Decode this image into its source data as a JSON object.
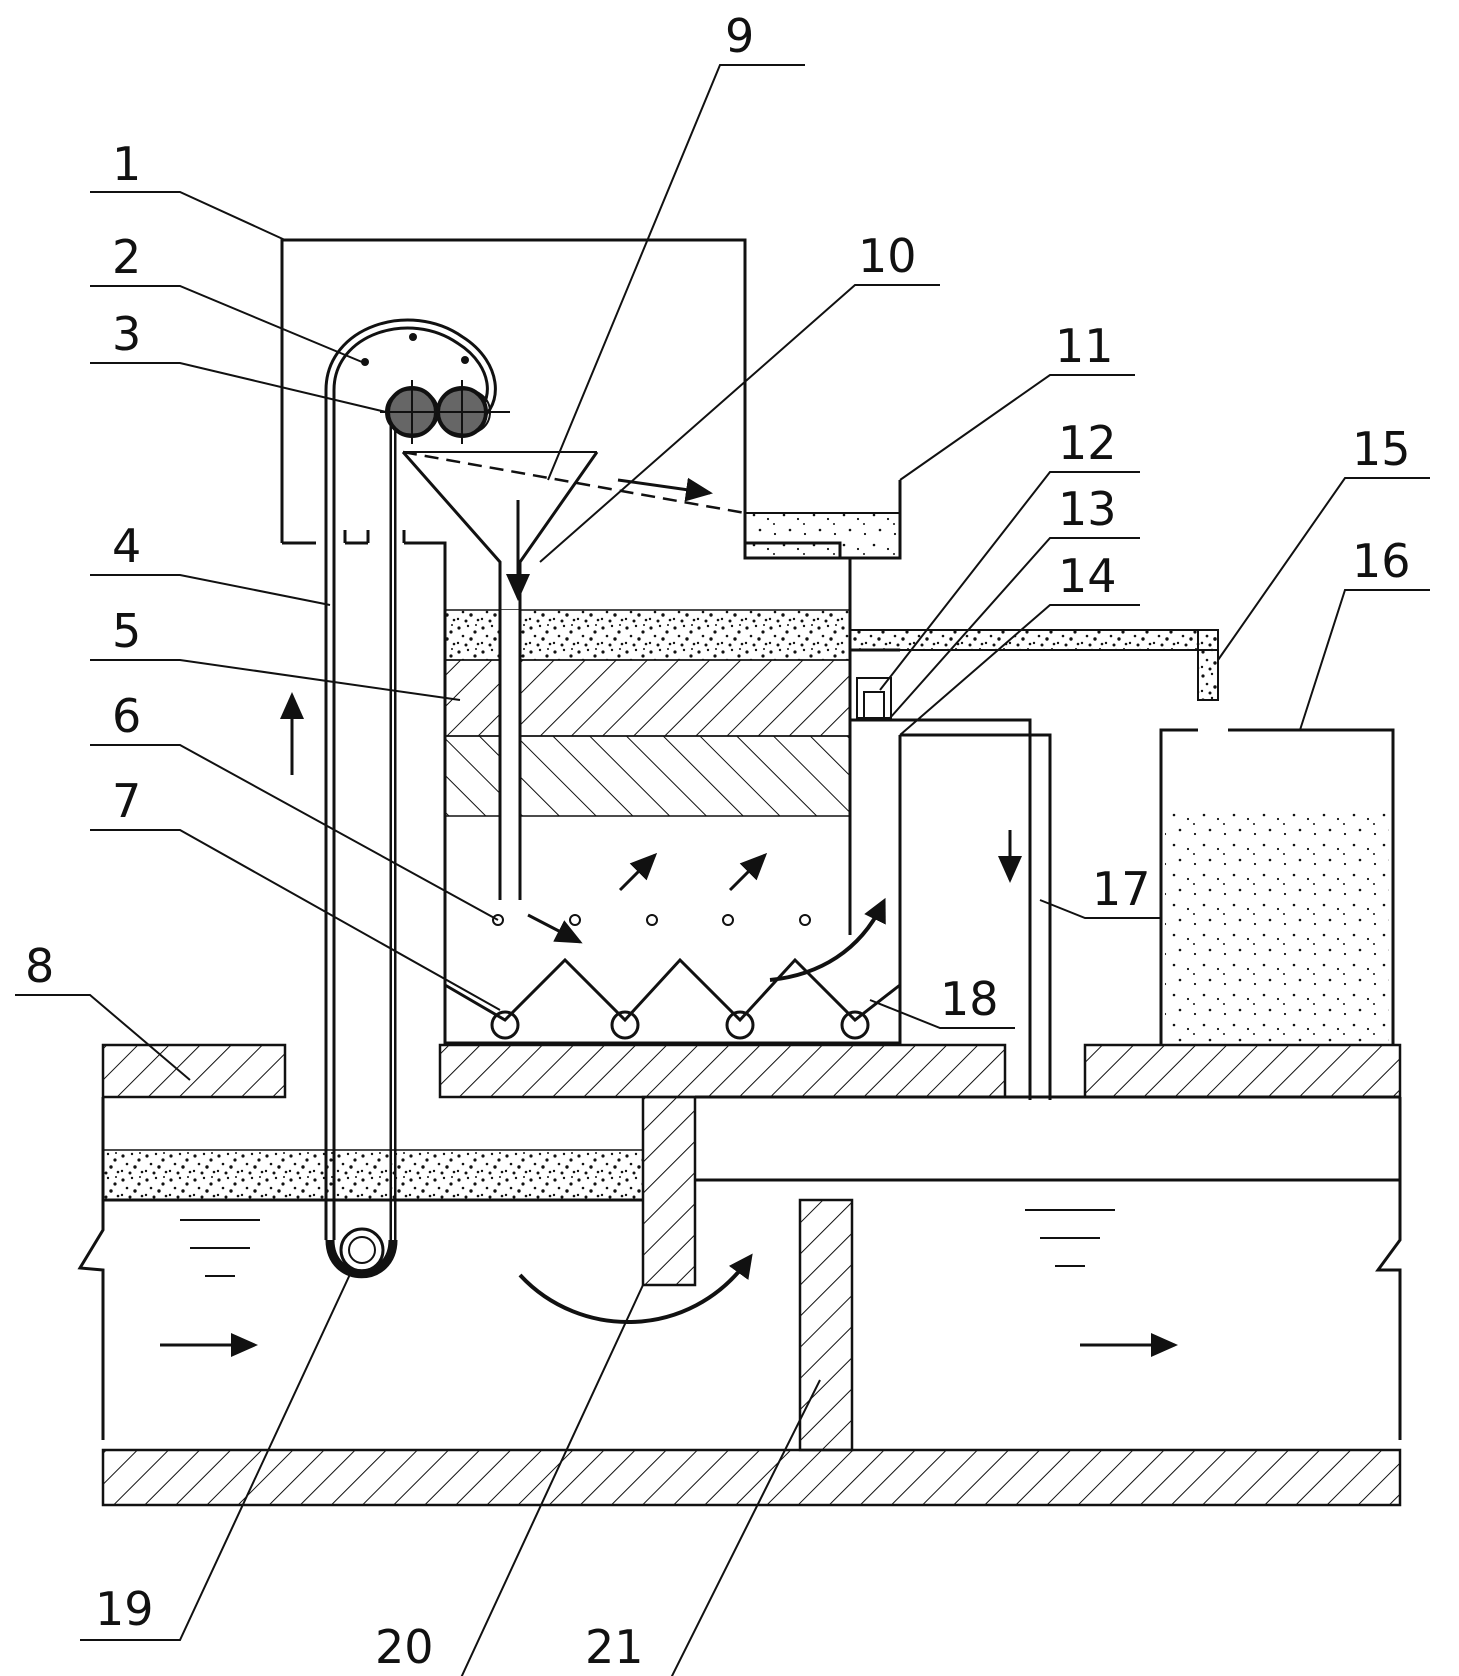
{
  "labels": [
    {
      "id": "1",
      "text": "1"
    },
    {
      "id": "2",
      "text": "2"
    },
    {
      "id": "3",
      "text": "3"
    },
    {
      "id": "4",
      "text": "4"
    },
    {
      "id": "5",
      "text": "5"
    },
    {
      "id": "6",
      "text": "6"
    },
    {
      "id": "7",
      "text": "7"
    },
    {
      "id": "8",
      "text": "8"
    },
    {
      "id": "9",
      "text": "9"
    },
    {
      "id": "10",
      "text": "10"
    },
    {
      "id": "11",
      "text": "11"
    },
    {
      "id": "12",
      "text": "12"
    },
    {
      "id": "13",
      "text": "13"
    },
    {
      "id": "14",
      "text": "14"
    },
    {
      "id": "15",
      "text": "15"
    },
    {
      "id": "16",
      "text": "16"
    },
    {
      "id": "17",
      "text": "17"
    },
    {
      "id": "18",
      "text": "18"
    },
    {
      "id": "19",
      "text": "19"
    },
    {
      "id": "20",
      "text": "20"
    },
    {
      "id": "21",
      "text": "21"
    }
  ],
  "colors": {
    "line": "#111111",
    "background": "#ffffff"
  }
}
